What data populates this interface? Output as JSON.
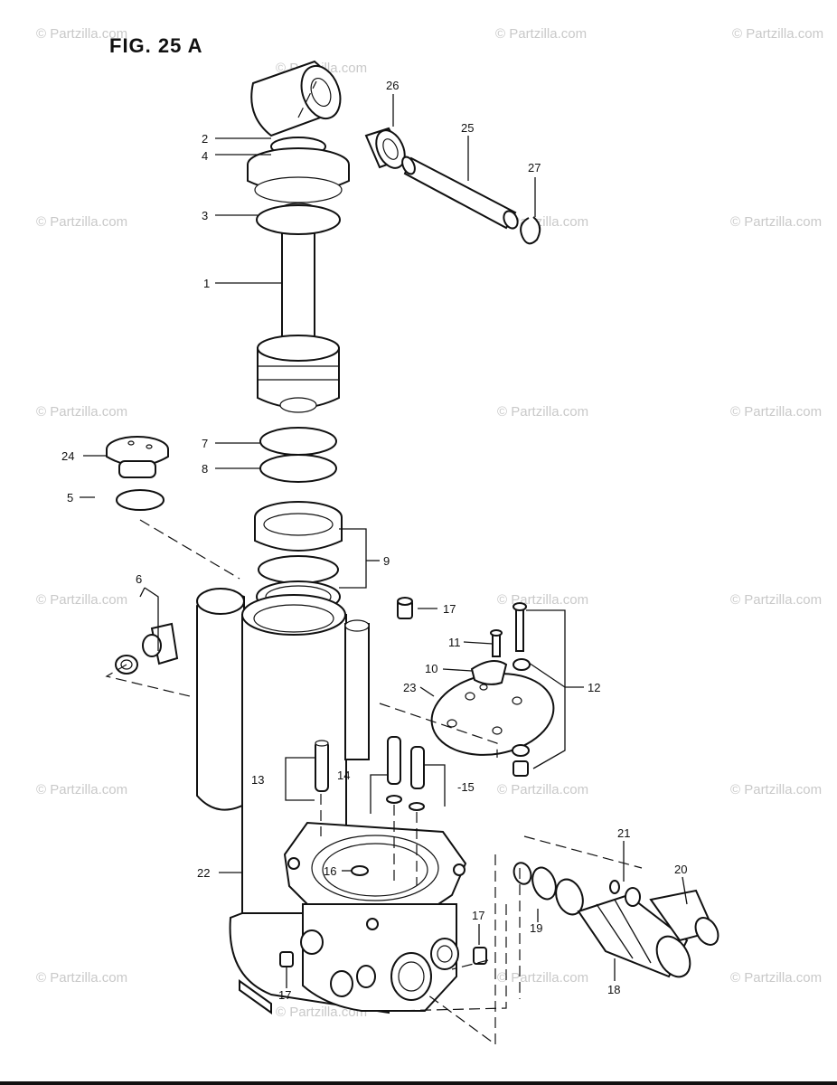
{
  "figure": {
    "title": "FIG. 25  A"
  },
  "watermark": {
    "text": "© Partzilla.com"
  },
  "callouts": {
    "c1": "1",
    "c2": "2",
    "c3": "3",
    "c4": "4",
    "c5": "5",
    "c6": "6",
    "c7": "7",
    "c8": "8",
    "c9": "9",
    "c10": "10",
    "c11": "11",
    "c12": "12",
    "c13": "13",
    "c14": "14",
    "c15": "-15",
    "c16": "16",
    "c17a": "17",
    "c17b": "17",
    "c17c": "17",
    "c18": "18",
    "c19": "19",
    "c20": "20",
    "c21": "21",
    "c22": "22",
    "c23": "23",
    "c24": "24",
    "c25": "25",
    "c26": "26",
    "c27": "27"
  }
}
